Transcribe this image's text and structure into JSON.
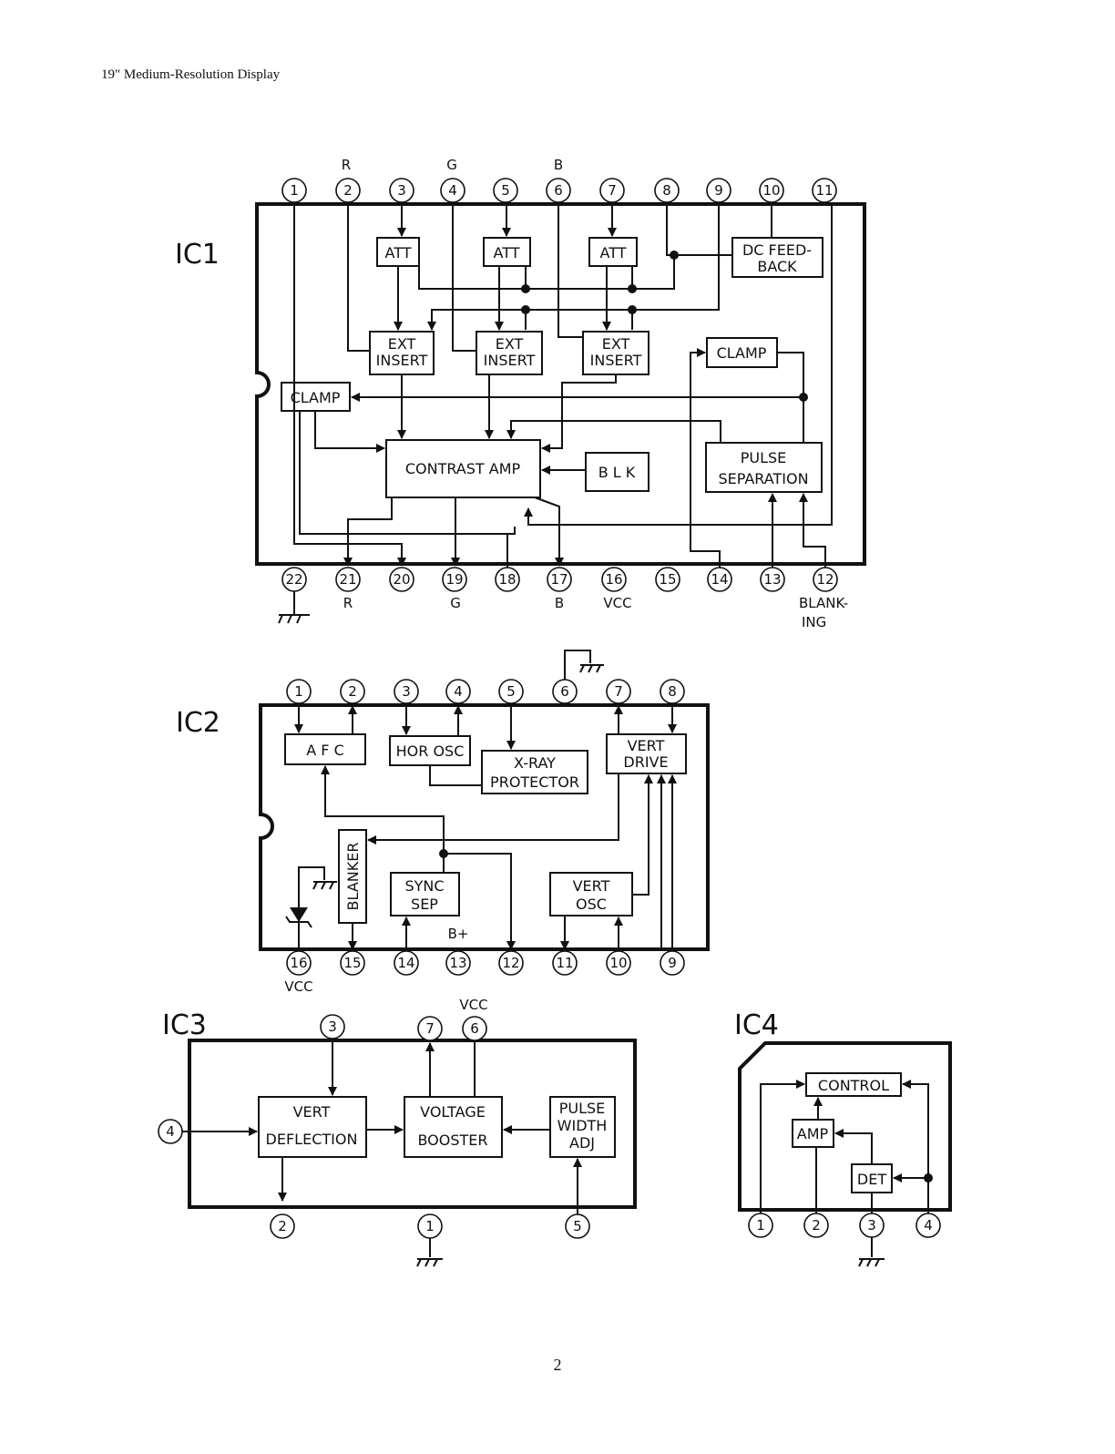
{
  "header": {
    "title": "19\" Medium-Resolution Display"
  },
  "footer": {
    "page_number": "2"
  },
  "ic1": {
    "title": "IC1",
    "top_pins": [
      "1",
      "2",
      "3",
      "4",
      "5",
      "6",
      "7",
      "8",
      "9",
      "10",
      "11"
    ],
    "bottom_pins": [
      "22",
      "21",
      "20",
      "19",
      "18",
      "17",
      "16",
      "15",
      "14",
      "13",
      "12"
    ],
    "top_labels": {
      "r": "R",
      "g": "G",
      "b": "B"
    },
    "bottom_labels": {
      "r": "R",
      "g": "G",
      "b": "B",
      "vcc": "VCC",
      "blanking_1": "BLANK-",
      "blanking_2": "ING"
    },
    "blocks": {
      "att": "ATT",
      "ext_insert_1": "EXT",
      "ext_insert_2": "INSERT",
      "dc_feedback_1": "DC FEED-",
      "dc_feedback_2": "BACK",
      "clamp": "CLAMP",
      "contrast_amp": "CONTRAST AMP",
      "blk": "B L K",
      "pulse_sep_1": "PULSE",
      "pulse_sep_2": "SEPARATION"
    }
  },
  "ic2": {
    "title": "IC2",
    "top_pins": [
      "1",
      "2",
      "3",
      "4",
      "5",
      "6",
      "7",
      "8"
    ],
    "bottom_pins": [
      "16",
      "15",
      "14",
      "13",
      "12",
      "11",
      "10",
      "9"
    ],
    "labels": {
      "vcc": "VCC",
      "bplus": "B+"
    },
    "blocks": {
      "afc": "A F C",
      "hor_osc": "HOR OSC",
      "xray_1": "X-RAY",
      "xray_2": "PROTECTOR",
      "vert_drive_1": "VERT",
      "vert_drive_2": "DRIVE",
      "blanker": "BLANKER",
      "sync_sep_1": "SYNC",
      "sync_sep_2": "SEP",
      "vert_osc_1": "VERT",
      "vert_osc_2": "OSC"
    }
  },
  "ic3": {
    "title": "IC3",
    "pins": [
      "3",
      "7",
      "6",
      "4",
      "2",
      "1",
      "5"
    ],
    "labels": {
      "vcc": "VCC"
    },
    "blocks": {
      "vert_defl_1": "VERT",
      "vert_defl_2": "DEFLECTION",
      "booster_1": "VOLTAGE",
      "booster_2": "BOOSTER",
      "pwa_1": "PULSE",
      "pwa_2": "WIDTH",
      "pwa_3": "ADJ"
    }
  },
  "ic4": {
    "title": "IC4",
    "pins": [
      "1",
      "2",
      "3",
      "4"
    ],
    "blocks": {
      "control": "CONTROL",
      "amp": "AMP",
      "det": "DET"
    }
  }
}
